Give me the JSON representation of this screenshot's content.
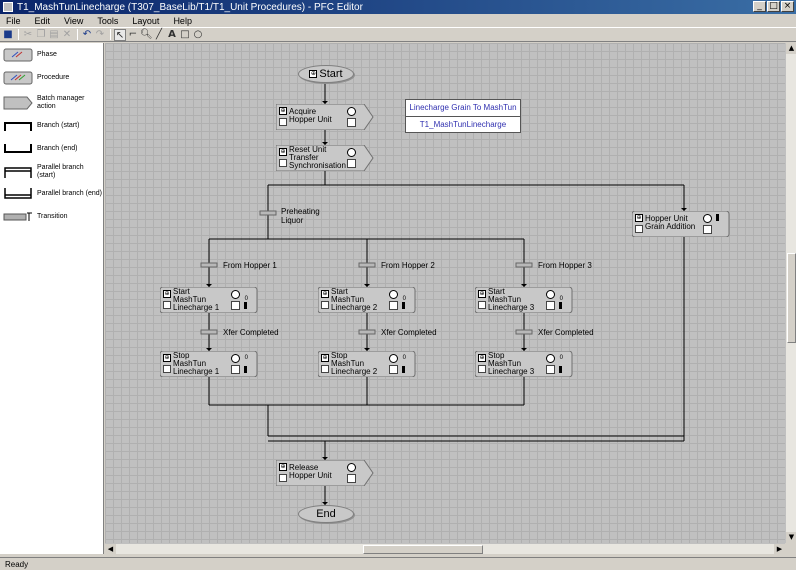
{
  "window": {
    "title": "T1_MashTunLinecharge (T307_BaseLib/T1/T1_Unit Procedures) - PFC Editor",
    "buttons": [
      "_",
      "□",
      "×"
    ]
  },
  "menu": [
    "File",
    "Edit",
    "View",
    "Tools",
    "Layout",
    "Help"
  ],
  "palette": [
    {
      "label": "Phase",
      "icon": "phase-icon"
    },
    {
      "label": "Procedure",
      "icon": "procedure-icon"
    },
    {
      "label": "Batch manager action",
      "icon": "batch-action-icon"
    },
    {
      "label": "Branch (start)",
      "icon": "branch-start-icon"
    },
    {
      "label": "Branch (end)",
      "icon": "branch-end-icon"
    },
    {
      "label": "Parallel branch (start)",
      "icon": "parallel-start-icon"
    },
    {
      "label": "Parallel branch (end)",
      "icon": "parallel-end-icon"
    },
    {
      "label": "Transition",
      "icon": "transition-icon"
    }
  ],
  "diagram": {
    "start_label": "Start",
    "end_label": "End",
    "info_box": {
      "line1": "Linecharge Grain To MashTun",
      "line2": "T1_MashTunLinecharge"
    },
    "steps": {
      "acquire": "Acquire\nHopper Unit",
      "reset": "Reset Unit\nTransfer\nSynchronisation",
      "hopper_grain": "Hopper Unit\nGrain Addition",
      "start1": "Start\nMashTun\nLinecharge 1",
      "start2": "Start\nMashTun\nLinecharge 2",
      "start3": "Start\nMashTun\nLinecharge 3",
      "stop1": "Stop\nMashTun\nLinecharge 1",
      "stop2": "Stop\nMashTun\nLinecharge 2",
      "stop3": "Stop\nMashTun\nLinecharge 3",
      "release": "Release\nHopper Unit"
    },
    "transitions": {
      "preheating": "Preheating\nLiquor",
      "from1": "From Hopper 1",
      "from2": "From Hopper 2",
      "from3": "From Hopper 3",
      "xfer1": "Xfer Completed",
      "xfer2": "Xfer Completed",
      "xfer3": "Xfer Completed"
    },
    "small_marker": "0"
  },
  "status": "Ready"
}
